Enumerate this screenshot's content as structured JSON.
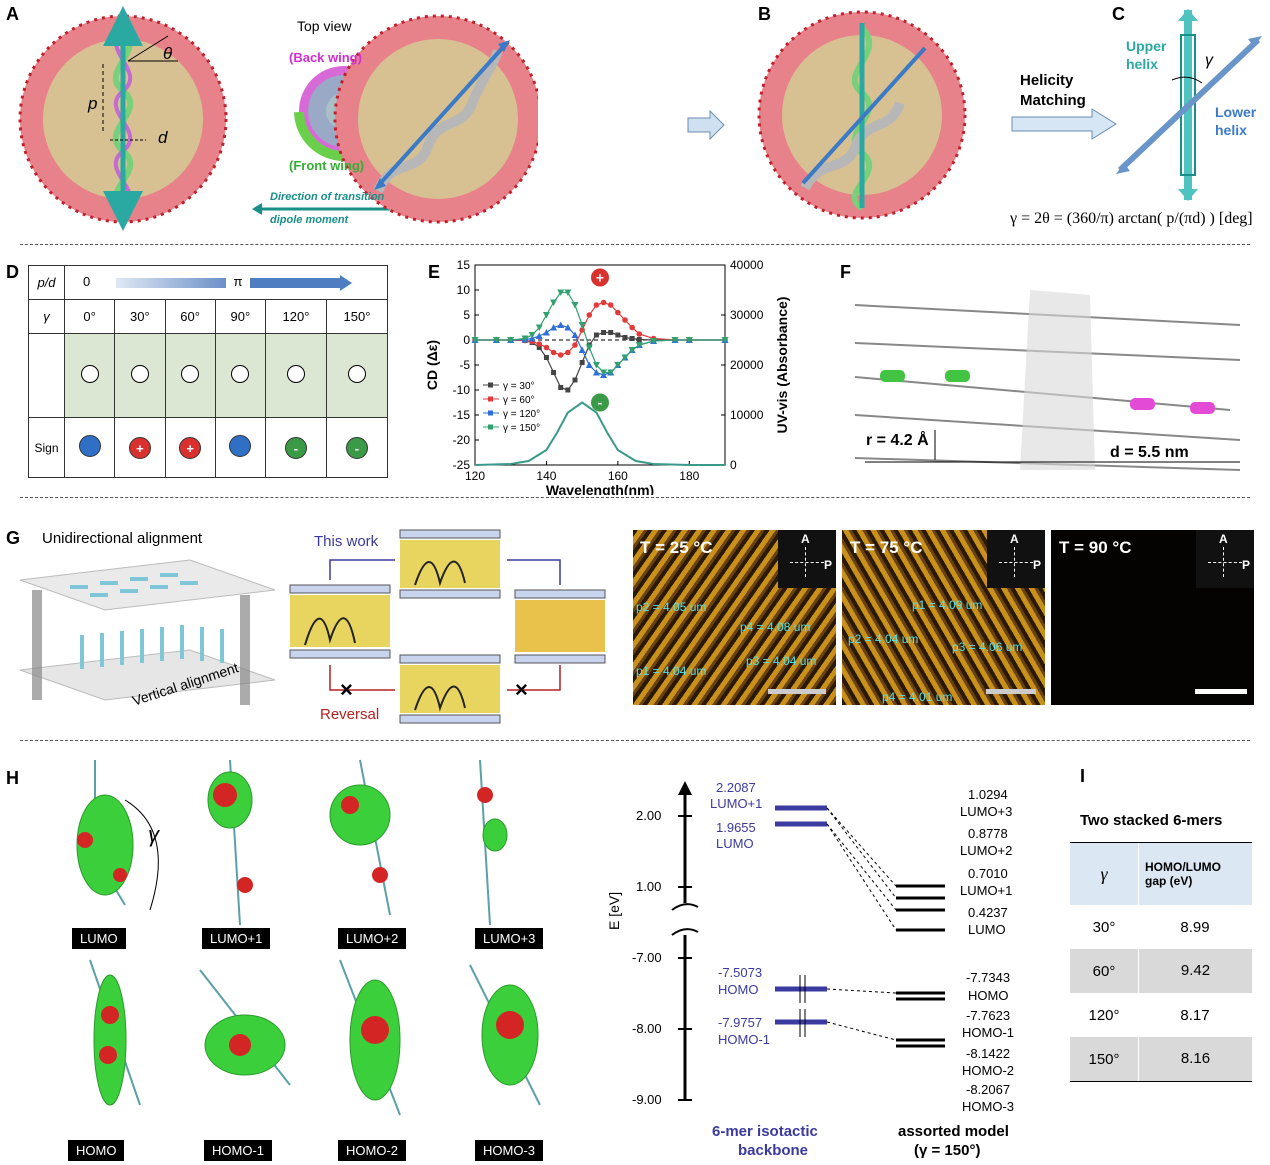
{
  "panels": {
    "A": "A",
    "B": "B",
    "C": "C",
    "D": "D",
    "E": "E",
    "F": "F",
    "G": "G",
    "H": "H",
    "I": "I"
  },
  "panelA": {
    "top_view": "Top view",
    "back_wing": "(Back wing)",
    "front_wing": "(Front wing)",
    "transition_line1": "Direction of transition",
    "transition_line2": "dipole moment",
    "theta": "θ",
    "p": "p",
    "d": "d"
  },
  "panelB": {
    "helicity1": "Helicity",
    "helicity2": "Matching"
  },
  "panelC": {
    "upper1": "Upper",
    "upper2": "helix",
    "lower1": "Lower",
    "lower2": "helix",
    "gamma": "γ",
    "formula": "γ = 2θ = (360/π) arctan( p/(πd) ) [deg]"
  },
  "panelD": {
    "header_pd": "p/d",
    "start": "0",
    "end": "π",
    "gamma_label": "γ",
    "angles": [
      "0°",
      "30°",
      "60°",
      "90°",
      "120°",
      "150°"
    ],
    "sign_label": "Sign",
    "signs": [
      "",
      "+",
      "+",
      "",
      "-",
      "-"
    ],
    "sign_colors": [
      "#2f6fc4",
      "#d8312e",
      "#d8312e",
      "#2f6fc4",
      "#3a9a46",
      "#3a9a46"
    ]
  },
  "chart_data": {
    "type": "line",
    "xlabel": "Wavelength(nm)",
    "ylabel": "CD (Δε)",
    "y2label": "UV-vis (Absorbance)",
    "xlim": [
      120,
      190
    ],
    "ylim": [
      -25,
      15
    ],
    "y2lim": [
      0,
      40000
    ],
    "xticks": [
      120,
      140,
      160,
      180
    ],
    "yticks": [
      15,
      10,
      5,
      0,
      -5,
      -10,
      -15,
      -20,
      -25
    ],
    "y2ticks": [
      40000,
      30000,
      20000,
      10000,
      0
    ],
    "series": [
      {
        "name": "γ = 30°",
        "color": "#444444",
        "marker": "square",
        "x": [
          120,
          126,
          130,
          134,
          136,
          138,
          140,
          142,
          144,
          146,
          148,
          150,
          152,
          154,
          156,
          158,
          160,
          162,
          164,
          166,
          170,
          176,
          180,
          190
        ],
        "y": [
          0,
          0,
          0,
          -0.1,
          -0.5,
          -1.5,
          -3.5,
          -6.5,
          -9.5,
          -10,
          -8,
          -4.5,
          -1,
          1,
          1.5,
          1.5,
          1,
          0.5,
          0.3,
          0.1,
          0,
          0,
          0,
          0
        ]
      },
      {
        "name": "γ = 60°",
        "color": "#e23a3a",
        "marker": "circle",
        "x": [
          120,
          126,
          130,
          134,
          136,
          138,
          140,
          142,
          144,
          146,
          148,
          150,
          152,
          154,
          156,
          158,
          160,
          162,
          164,
          166,
          170,
          176,
          180,
          190
        ],
        "y": [
          0,
          0,
          0,
          -0.1,
          -0.3,
          -0.8,
          -1.5,
          -2.5,
          -3,
          -2.5,
          -1,
          2,
          5,
          7,
          7.5,
          7,
          5.5,
          4,
          2.5,
          1.2,
          0.3,
          0,
          0,
          0
        ]
      },
      {
        "name": "γ = 120°",
        "color": "#2f6fd8",
        "marker": "triangle-up",
        "x": [
          120,
          126,
          130,
          134,
          136,
          138,
          140,
          142,
          144,
          146,
          148,
          150,
          152,
          154,
          156,
          158,
          160,
          162,
          164,
          166,
          170,
          176,
          180,
          190
        ],
        "y": [
          0,
          0,
          0,
          0.1,
          0.3,
          0.8,
          1.5,
          2.5,
          3,
          2.5,
          1,
          -2,
          -5,
          -6.5,
          -7,
          -6.5,
          -5,
          -3.5,
          -2,
          -1,
          -0.2,
          0,
          0,
          0
        ]
      },
      {
        "name": "γ = 150°",
        "color": "#33a070",
        "marker": "triangle-down",
        "x": [
          120,
          126,
          130,
          134,
          136,
          138,
          140,
          142,
          144,
          146,
          148,
          150,
          152,
          154,
          156,
          158,
          160,
          162,
          164,
          166,
          170,
          176,
          180,
          190
        ],
        "y": [
          0,
          0,
          0,
          0.3,
          1,
          2.5,
          5,
          7.5,
          9.5,
          9.5,
          7,
          3,
          -1.5,
          -5,
          -6.5,
          -6.5,
          -5,
          -3.5,
          -2,
          -1,
          -0.2,
          0,
          0,
          0
        ]
      }
    ],
    "uv": {
      "x": [
        120,
        130,
        135,
        140,
        143,
        146,
        150,
        154,
        157,
        160,
        165,
        170,
        180,
        190
      ],
      "y": [
        0,
        200,
        800,
        3000,
        6500,
        10500,
        12500,
        10500,
        6500,
        3000,
        800,
        200,
        0,
        0
      ]
    },
    "badges": [
      "+",
      "-"
    ]
  },
  "panelF": {
    "r": "r = 4.2 Å",
    "d": "d = 5.5 nm"
  },
  "panelG": {
    "uni": "Unidirectional alignment",
    "vertical": "Vertical alignment",
    "this_work": "This work",
    "reversal": "Reversal",
    "pom": [
      {
        "T": "T = 25 °C",
        "labels": [
          "p2 = 4.05 um",
          "p4 = 4.08 um",
          "p1 = 4.04 um",
          "p3 = 4.04 um"
        ]
      },
      {
        "T": "T = 75 °C",
        "labels": [
          "p1 = 4.09 um",
          "p2 = 4.04 um",
          "p3 = 4.06 um",
          "p4 = 4.01 um"
        ]
      },
      {
        "T": "T = 90 °C",
        "labels": []
      }
    ],
    "A": "A",
    "P": "P"
  },
  "panelH": {
    "gamma": "γ",
    "tags_top": [
      "LUMO",
      "LUMO+1",
      "LUMO+2",
      "LUMO+3"
    ],
    "tags_bottom": [
      "HOMO",
      "HOMO-1",
      "HOMO-2",
      "HOMO-3"
    ],
    "axis": "E [eV]",
    "ticks": [
      "2.00",
      "1.00",
      "-7.00",
      "-8.00",
      "-9.00"
    ],
    "left_levels": [
      "2.2087",
      "LUMO+1",
      "1.9655",
      "LUMO",
      "-7.5073",
      "HOMO",
      "-7.9757",
      "HOMO-1"
    ],
    "right_levels": [
      "1.0294",
      "LUMO+3",
      "0.8778",
      "LUMO+2",
      "0.7010",
      "LUMO+1",
      "0.4237",
      "LUMO",
      "-7.7343",
      "HOMO",
      "-7.7623",
      "HOMO-1",
      "-8.1422",
      "HOMO-2",
      "-8.2067",
      "HOMO-3"
    ],
    "left_caption1": "6-mer isotactic",
    "left_caption2": "backbone",
    "right_caption1": "assorted model",
    "right_caption2": "(γ = 150°)"
  },
  "panelI": {
    "title": "Two stacked 6-mers",
    "col1": "γ",
    "col2a": "HOMO/LUMO",
    "col2b": "gap (eV)",
    "rows": [
      [
        "30°",
        "8.99"
      ],
      [
        "60°",
        "9.42"
      ],
      [
        "120°",
        "8.17"
      ],
      [
        "150°",
        "8.16"
      ]
    ]
  }
}
